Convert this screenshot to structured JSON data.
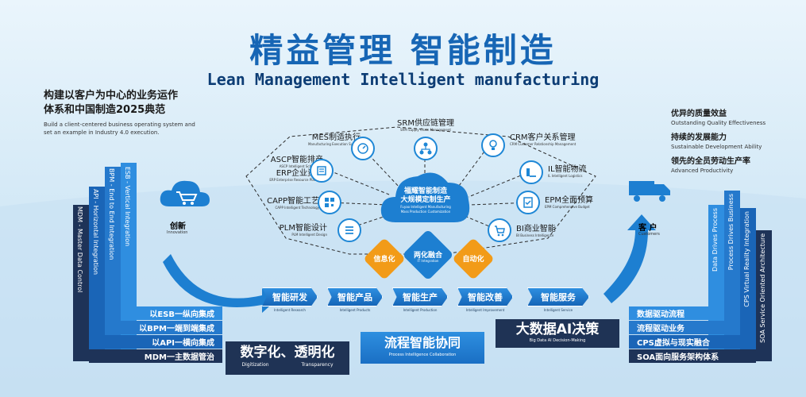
{
  "title": {
    "cn": "精益管理  智能制造",
    "en": "Lean Management Intelligent manufacturing"
  },
  "intro": {
    "cn_line1": "构建以客户为中心的业务运作",
    "cn_line2": "体系和中国制造2025典范",
    "en_line1": "Build a client-centered business operating system and",
    "en_line2": "set an example in Industry 4.0 execution."
  },
  "benefits": [
    {
      "cn": "优异的质量效益",
      "en": "Outstanding Quality Effectiveness"
    },
    {
      "cn": "持续的发展能力",
      "en": "Sustainable Development Ability"
    },
    {
      "cn": "领先的全员劳动生产率",
      "en": "Advanced Productivity"
    }
  ],
  "ends": {
    "innovation": {
      "cn": "创新",
      "en": "Innovation"
    },
    "customers": {
      "cn": "客 户",
      "en": "Customers"
    }
  },
  "center": {
    "cn1": "福耀智能制造",
    "cn2": "大规模定制生产",
    "en1": "Fuyao Intelligent Manufacturing",
    "en2": "Mass Production Customization"
  },
  "systems_left": [
    {
      "cn": "MES制造执行",
      "en": "Manufacturing Execution System"
    },
    {
      "cn": "ASCP智能排产",
      "en": "ASCP Intelligent Scheduling"
    },
    {
      "cn": "ERP企业资源",
      "en": "ERP Enterprise Resource Planning"
    },
    {
      "cn": "CAPP智能工艺",
      "en": "CAPP Intelligent Technology"
    },
    {
      "cn": "PLM智能设计",
      "en": "PLM Intelligent Design"
    }
  ],
  "system_top": {
    "cn": "SRM供应链管理",
    "en": "SRM Supply Chain Management"
  },
  "systems_right": [
    {
      "cn": "CRM客户关系管理",
      "en": "CRM Customer Relationship Management"
    },
    {
      "cn": "IL智能物流",
      "en": "IL Intelligent Logistics"
    },
    {
      "cn": "EPM全面预算",
      "en": "EPM Comprehensive Budget"
    },
    {
      "cn": "BI商业智能",
      "en": "BI Business Intelligence"
    }
  ],
  "badges": {
    "info": "信息化",
    "fusion": "两化融合",
    "fusion_en": "IT Integration",
    "auto": "自动化"
  },
  "steps": [
    {
      "cn": "智能研发",
      "en": "Intelligent Research"
    },
    {
      "cn": "智能产品",
      "en": "Intelligent Products"
    },
    {
      "cn": "智能生产",
      "en": "Intelligent Production"
    },
    {
      "cn": "智能改善",
      "en": "Intelligent Improvement"
    },
    {
      "cn": "智能服务",
      "en": "Intelligent Service"
    }
  ],
  "left_vertical": [
    "ESB - Vertical Integration",
    "BPM - End to End Integration",
    "API - Horizontal Integration",
    "MDM - Master Data Control"
  ],
  "left_bars": [
    "以ESB一纵向集成",
    "以BPM一端到端集成",
    "以API一横向集成",
    "MDM一主数据管治"
  ],
  "right_vertical": [
    "Data Drives Process",
    "Process Drives Business",
    "CPS Virtual Reality Integration",
    "SOA Service Oriented Architecture"
  ],
  "right_bars": [
    "数据驱动流程",
    "流程驱动业务",
    "CPS虚拟与现实融合",
    "SOA面向服务架构体系"
  ],
  "bottom": {
    "digit_cn": "数字化、透明化",
    "digit_en1": "Digitization",
    "digit_en2": "Transparency",
    "process_cn": "流程智能协同",
    "process_en": "Process Intelligence Collaboration",
    "bigdata_cn": "大数据AI决策",
    "bigdata_en": "Big Data AI Decision-Making"
  }
}
